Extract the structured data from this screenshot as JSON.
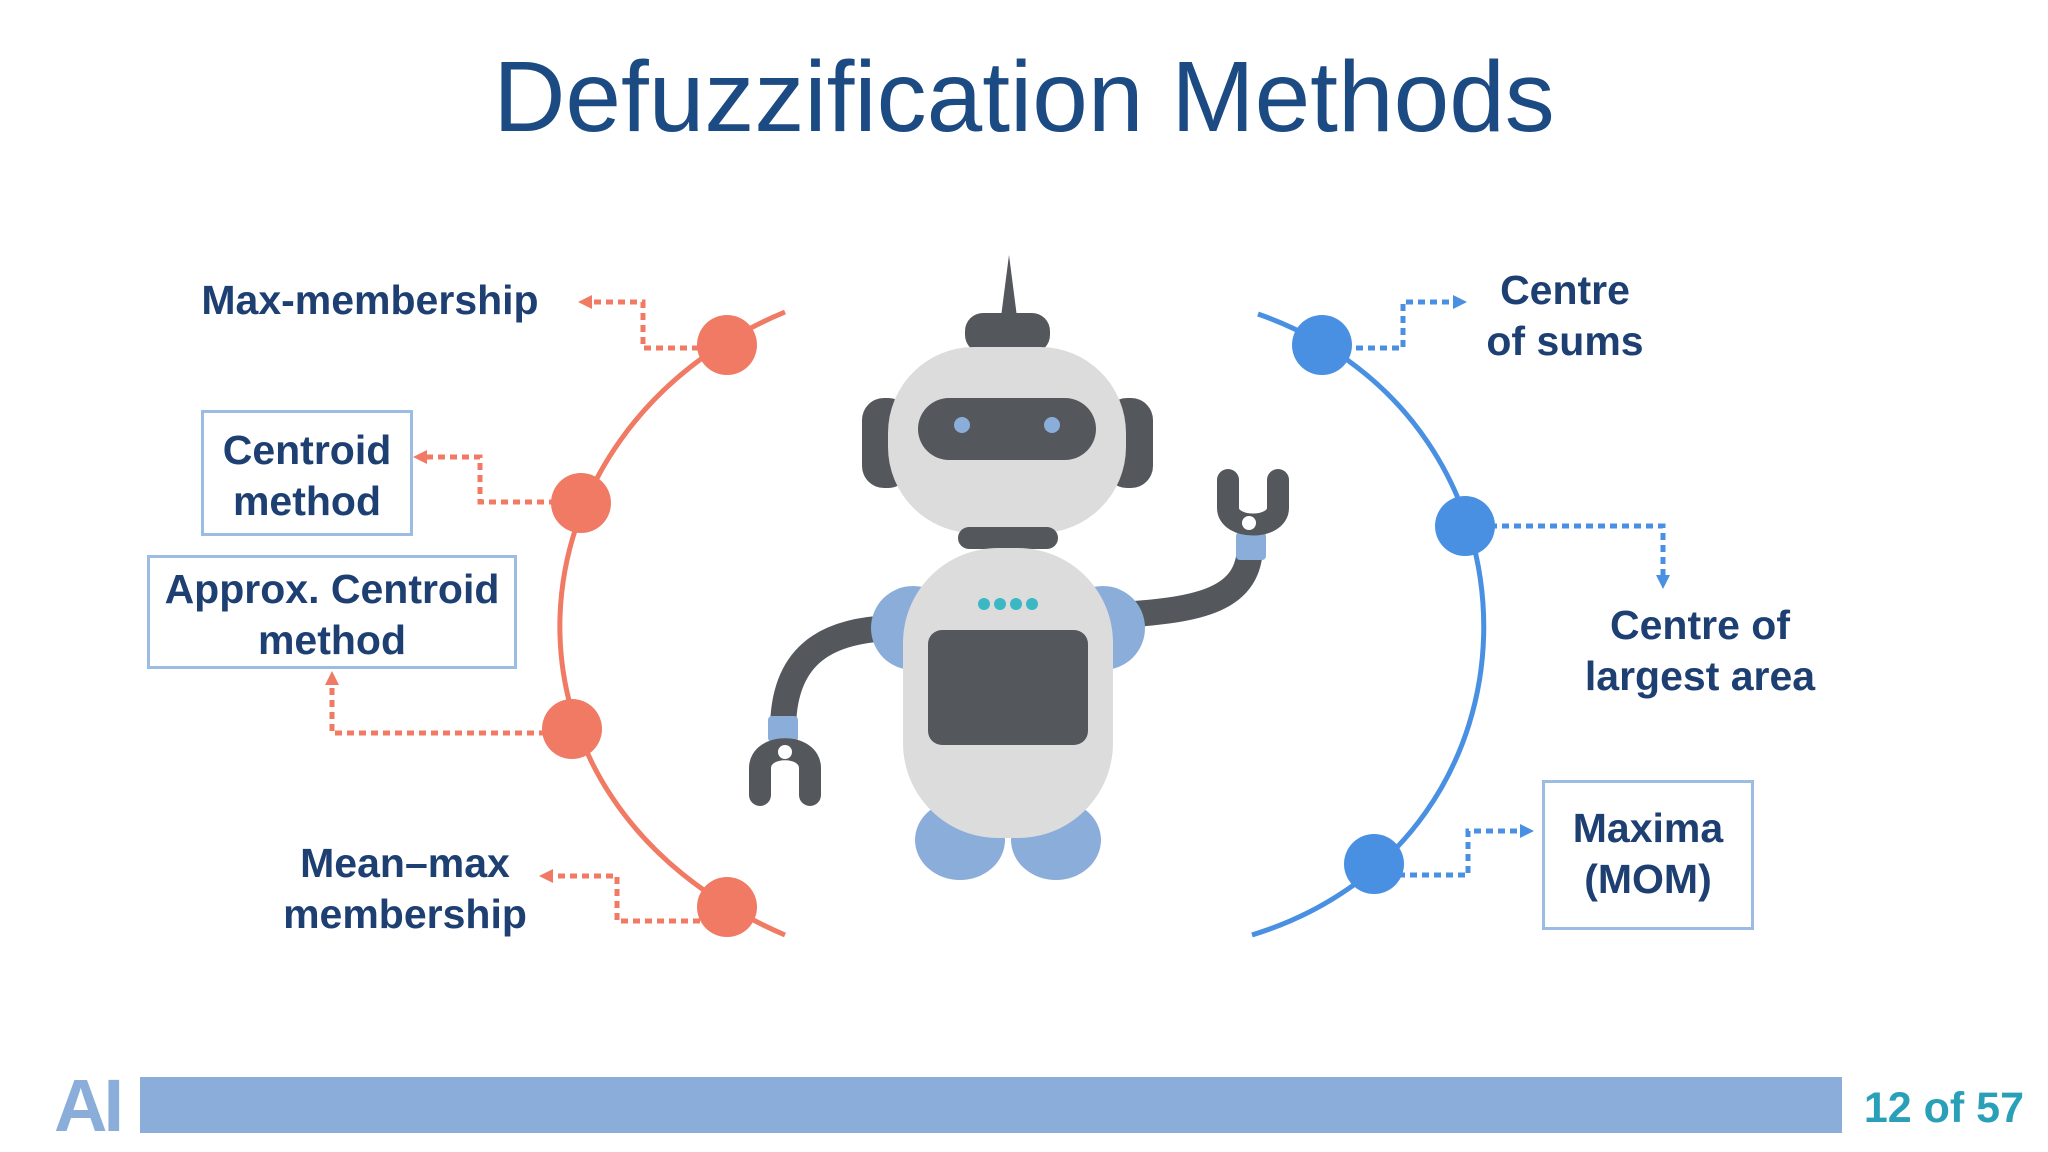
{
  "slide": {
    "title": "Defuzzification Methods",
    "page": "12 of 57",
    "logo": "AI"
  },
  "methods_left": [
    {
      "label": "Max-membership",
      "boxed": false
    },
    {
      "label": "Centroid\nmethod",
      "boxed": true
    },
    {
      "label": "Approx. Centroid\nmethod",
      "boxed": true
    },
    {
      "label": "Mean–max\nmembership",
      "boxed": false
    }
  ],
  "methods_right": [
    {
      "label": "Centre\nof sums",
      "boxed": false
    },
    {
      "label": "Centre of\nlargest area",
      "boxed": false
    },
    {
      "label": "Maxima\n(MOM)",
      "boxed": true
    }
  ],
  "colors": {
    "left_accent": "#f07a63",
    "right_accent": "#4a90e2",
    "title": "#1c4a82",
    "text": "#1d3f72",
    "footer": "#8aaed9",
    "page_number": "#2a9fb8"
  },
  "icons": [
    "robot-illustration",
    "arrow-icon"
  ]
}
